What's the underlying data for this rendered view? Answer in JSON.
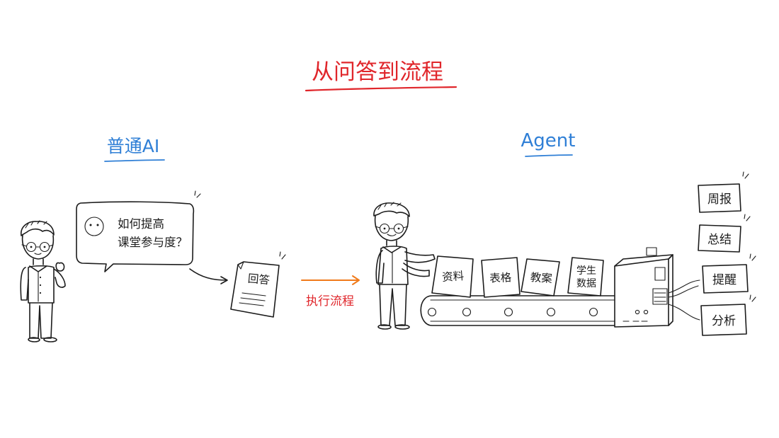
{
  "title": "从问答到流程",
  "left_section": {
    "heading": "普通AI",
    "question_line1": "如何提高",
    "question_line2": "课堂参与度？",
    "answer_label": "回答"
  },
  "transition_label": "执行流程",
  "right_section": {
    "heading": "Agent",
    "input_cards": [
      "资料",
      "表格",
      "教案",
      "学生",
      "数据"
    ],
    "output_cards": [
      "周报",
      "总结",
      "提醒",
      "分析"
    ]
  },
  "colors": {
    "title_red": "#e0262b",
    "heading_blue": "#2f7fd6",
    "arrow_orange": "#f07a1a",
    "ink": "#1c1c1c"
  }
}
